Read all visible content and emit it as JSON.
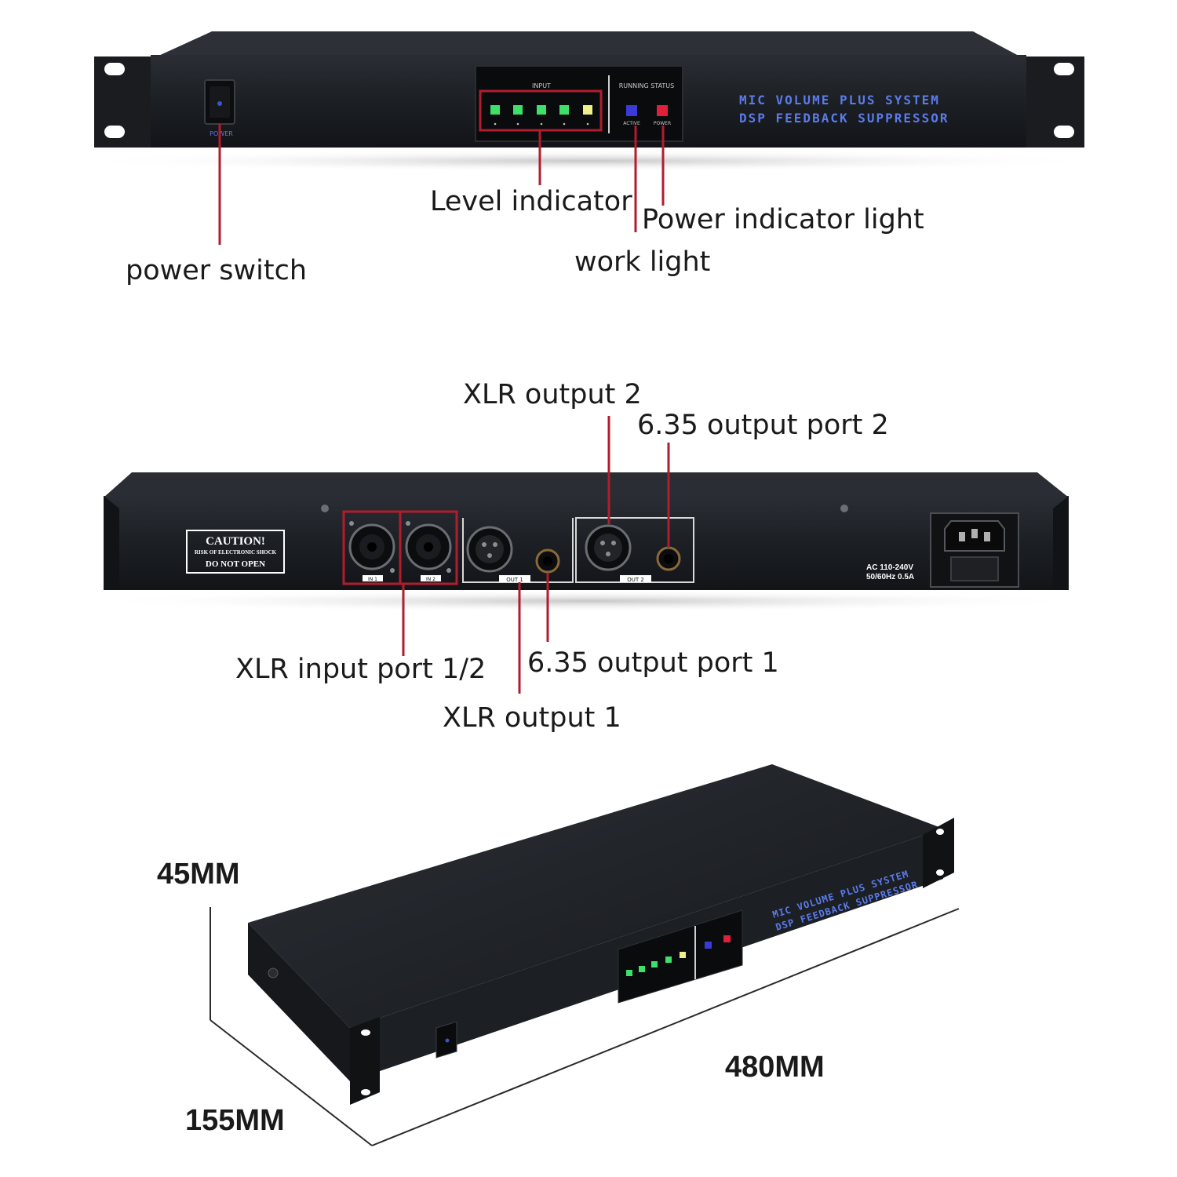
{
  "front": {
    "input_title": "INPUT",
    "status_title": "RUNNING STATUS",
    "active_label": "ACTIVE",
    "power_led_label": "POWER",
    "power_switch_label": "POWER",
    "brand_line1": "MIC VOLUME PLUS SYSTEM",
    "brand_line2": "DSP FEEDBACK SUPPRESSOR"
  },
  "rear": {
    "caution_title": "CAUTION!",
    "caution_line2": "RISK OF ELECTRONIC SHOCK",
    "caution_line3": "DO NOT OPEN",
    "in1_label": "IN 1",
    "in2_label": "IN 2",
    "out1_label": "OUT 1",
    "out2_label": "OUT 2",
    "spec_line1": "AC 110-240V",
    "spec_line2": "50/60Hz 0.5A"
  },
  "callouts": {
    "level_indicator": "Level indicator",
    "power_indicator_light": "Power indicator light",
    "work_light": "work light",
    "power_switch": "power switch",
    "xlr_output_2": "XLR output 2",
    "output_635_port_2": "6.35 output port 2",
    "xlr_input_port": "XLR input port 1/2",
    "output_635_port_1": "6.35 output port 1",
    "xlr_output_1": "XLR output 1"
  },
  "dimensions": {
    "height": "45MM",
    "width": "480MM",
    "depth": "155MM"
  },
  "colors": {
    "chassis": "#1c1f24",
    "callout_line": "#b01e2e",
    "led_green": "#3ee06a",
    "led_yellow": "#f0f08a",
    "led_blue": "#3a3ad8",
    "led_red": "#e0203a",
    "brand_blue": "#5b7bea"
  }
}
